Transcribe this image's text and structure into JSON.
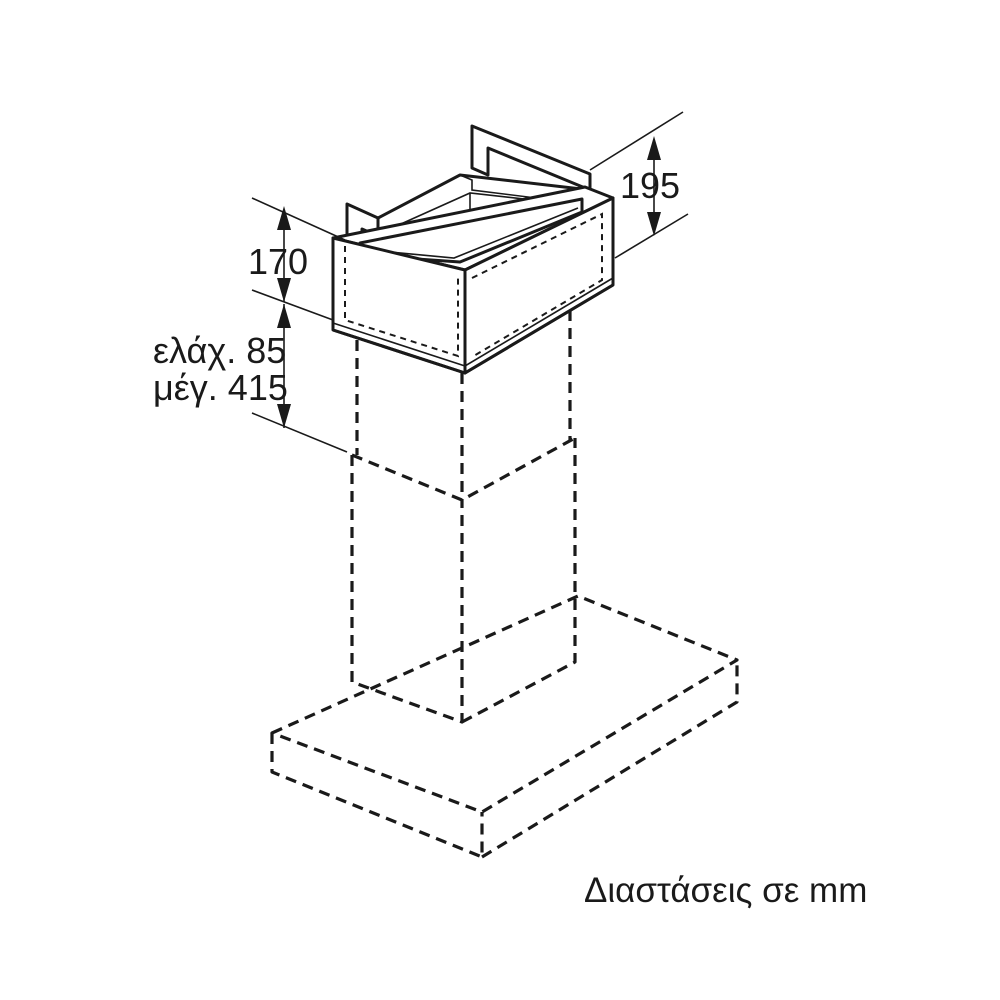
{
  "diagram": {
    "dimensions": {
      "top_height": "195",
      "filter_height": "170",
      "min_label": "ελάχ. 85",
      "max_label": "μέγ. 415"
    },
    "units_note": "Διαστάσεις σε mm"
  }
}
